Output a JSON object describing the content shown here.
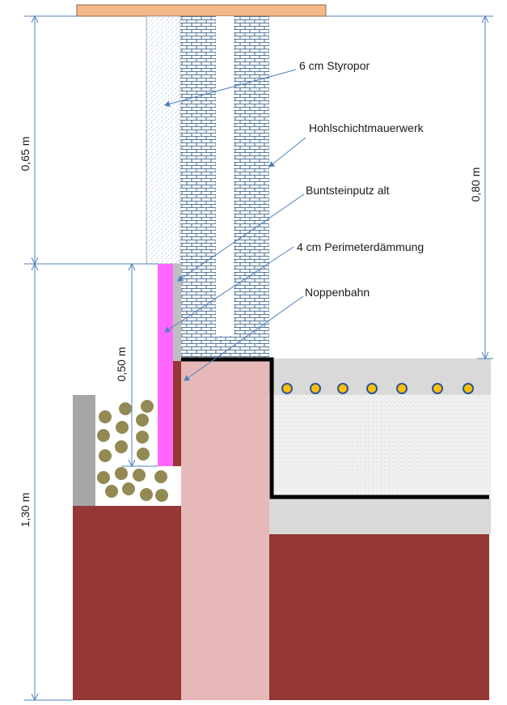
{
  "labels": {
    "styropor": "6 cm Styropor",
    "mauerwerk": "Hohlschichtmauerwerk",
    "putz": "Buntsteinputz alt",
    "perimeter": "4 cm Perimeterdämmung",
    "noppenbahn": "Noppenbahn"
  },
  "dimensions": {
    "upper_left": "0,65 m",
    "right": "0,80 m",
    "middle": "0,50 m",
    "lower_left": "1,30 m"
  },
  "colors": {
    "top_plate": "#f5b889",
    "soil": "#953735",
    "foundation": "#e6b9b8",
    "insulation": "#ff66ff",
    "concrete": "#d9d9d9",
    "curb": "#a6a6a6",
    "pipe_fill": "#ffc000",
    "pipe_ring": "#2f5597",
    "pebble": "#938953",
    "brick_line": "#1f4e79",
    "arrow": "#4f81bd"
  }
}
